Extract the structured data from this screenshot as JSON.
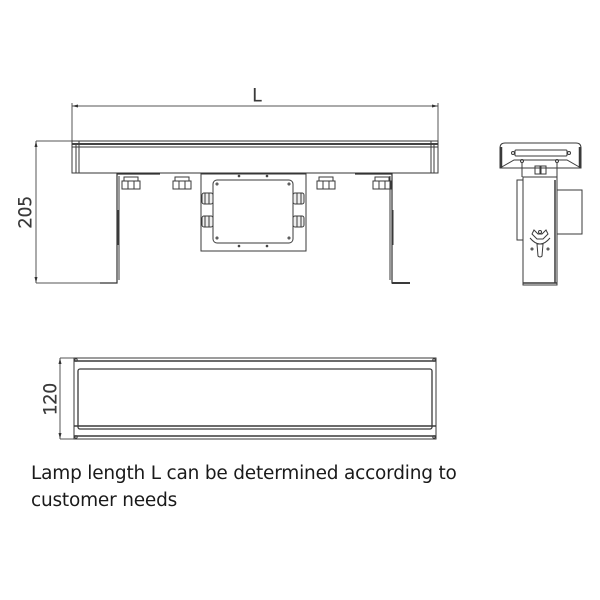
{
  "drawing": {
    "front_view": {
      "length_label": "L",
      "height_label": "205"
    },
    "top_view": {
      "width_label": "120"
    },
    "side_view": {}
  },
  "caption": {
    "line1": "Lamp length L can be determined according to",
    "line2": "customer needs"
  },
  "colors": {
    "line": "#3a3a3a",
    "dimension": "#555555",
    "text": "#1a1a1a",
    "background": "#ffffff"
  }
}
